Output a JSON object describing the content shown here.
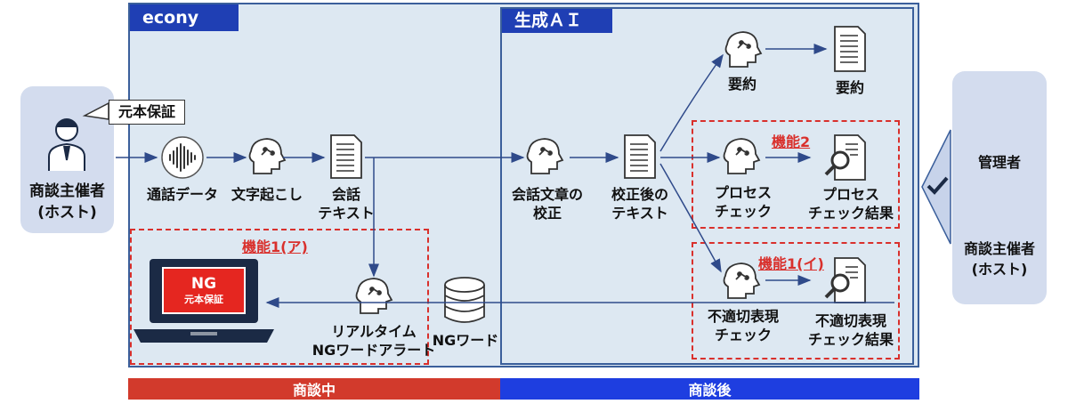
{
  "econy": {
    "label": "econy"
  },
  "ai": {
    "label": "生成ＡＩ"
  },
  "callout": {
    "label": "元本保証"
  },
  "host_left": {
    "line1": "商談主催者",
    "line2": "(ホスト)"
  },
  "nodes": {
    "call_data": "通話データ",
    "transcribe": "文字起こし",
    "conv_text": [
      "会話",
      "テキスト"
    ],
    "proofread": [
      "会話文章の",
      "校正"
    ],
    "proofed_text": [
      "校正後の",
      "テキスト"
    ],
    "summary_ai": "要約",
    "summary_doc": "要約",
    "process_check": [
      "プロセス",
      "チェック"
    ],
    "process_result": [
      "プロセス",
      "チェック結果"
    ],
    "inappropriate_check": [
      "不適切表現",
      "チェック"
    ],
    "inappropriate_result": [
      "不適切表現",
      "チェック結果"
    ],
    "realtime_alert": [
      "リアルタイム",
      "NGワードアラート"
    ],
    "ng_word": "NGワード"
  },
  "features": {
    "f1a": "機能1(ア)",
    "f2": "機能2",
    "f1i": "機能1(イ)"
  },
  "screen": {
    "big": "NG",
    "small": "元本保証"
  },
  "right_panel": {
    "admin": "管理者",
    "host_line1": "商談主催者",
    "host_line2": "(ホスト)"
  },
  "phases": {
    "during": "商談中",
    "after": "商談後"
  },
  "colors": {
    "tab_blue": "#1f3fb4",
    "panel_bg": "#dde8f2",
    "during_red": "#d23a2c",
    "after_blue": "#1e3ee0",
    "dash_red": "#d9302c",
    "line_blue": "#2f4a8a"
  }
}
